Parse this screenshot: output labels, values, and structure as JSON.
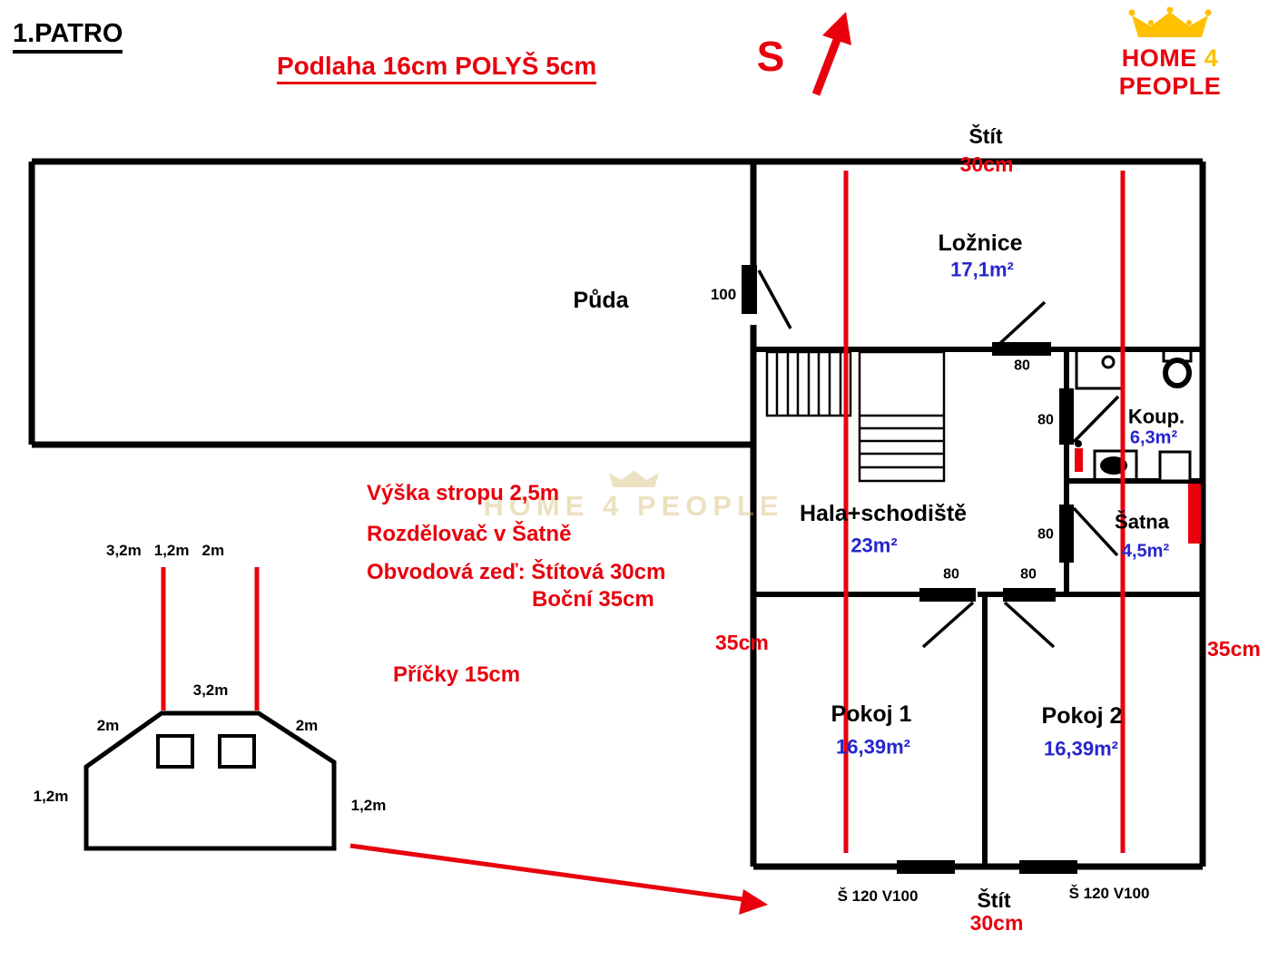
{
  "colors": {
    "red": "#e8000d",
    "blue": "#2626cc",
    "yellow": "#ffc000",
    "black": "#000000"
  },
  "header": {
    "floor": "1.PATRO",
    "subtitle": "Podlaha 16cm POLYŠ 5cm",
    "north": "S"
  },
  "logo": {
    "home": "HOME",
    "four": "4",
    "people": "PEOPLE"
  },
  "watermark": {
    "text": "HOME 4 PEOPLE"
  },
  "rooms": {
    "puda": {
      "name": "Půda"
    },
    "loznice": {
      "name": "Ložnice",
      "area": "17,1m²"
    },
    "hala": {
      "name": "Hala+schodiště",
      "area": "23m²"
    },
    "koupelna": {
      "name": "Koup.",
      "area": "6,3m²"
    },
    "satna": {
      "name": "Šatna",
      "area": "4,5m²"
    },
    "pokoj1": {
      "name": "Pokoj 1",
      "area": "16,39m²"
    },
    "pokoj2": {
      "name": "Pokoj 2",
      "area": "16,39m²"
    }
  },
  "dimensions": {
    "stit_top": {
      "label": "Štít",
      "value": "30cm"
    },
    "stit_bottom": {
      "label": "Štít",
      "value": "30cm"
    },
    "side_left": "35cm",
    "side_right": "35cm",
    "door_puda": "100",
    "door_loznice": "80",
    "door_koupelna": "80",
    "door_satna": "80",
    "door_pokoj1": "80",
    "door_pokoj2": "80",
    "window_pokoj1": "Š 120 V100",
    "window_pokoj2": "Š 120 V100"
  },
  "annotations": {
    "ceiling_height": "Výška stropu 2,5m",
    "distributor": "Rozdělovač v Šatně",
    "outer_wall": "Obvodová zeď: Štítová 30cm",
    "outer_wall_side": "Boční 35cm",
    "partitions": "Příčky 15cm"
  },
  "section": {
    "top_dims": [
      "3,2m",
      "1,2m",
      "2m"
    ],
    "ridge_width": "3,2m",
    "slope_left": "2m",
    "slope_right": "2m",
    "knee_left": "1,2m",
    "knee_right": "1,2m"
  }
}
